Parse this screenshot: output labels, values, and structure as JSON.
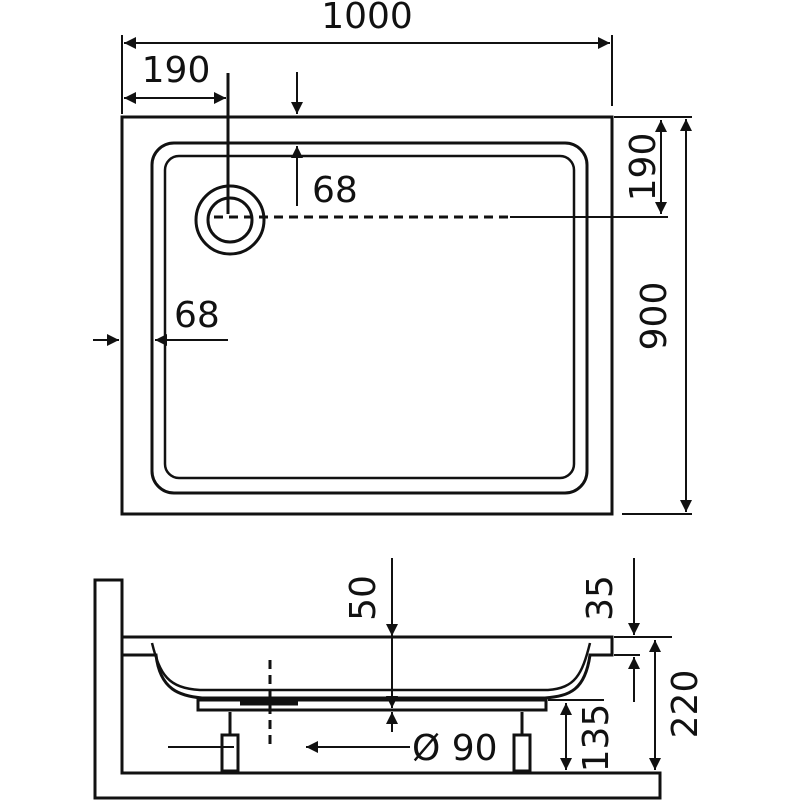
{
  "colors": {
    "ink": "#111111",
    "background": "#ffffff"
  },
  "top_view": {
    "width_total": "1000",
    "drain_offset_x": "190",
    "drain_offset_y": "190",
    "rim_top": "68",
    "rim_left": "68",
    "depth_total": "900"
  },
  "side_view": {
    "depth_inner": "50",
    "rim_height": "35",
    "total_height": "220",
    "leg_height": "135",
    "drain_diameter": "Ø 90"
  }
}
